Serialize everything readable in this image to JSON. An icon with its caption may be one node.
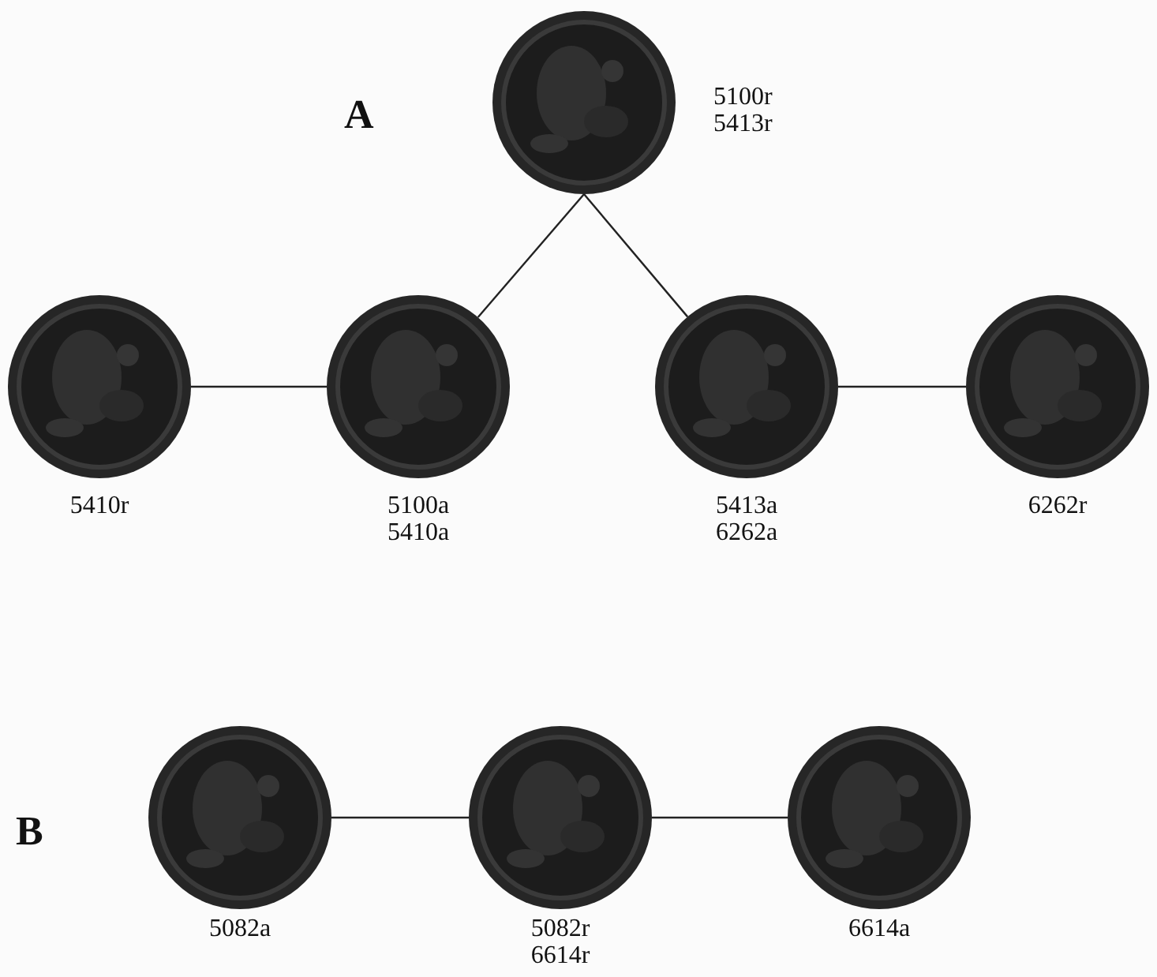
{
  "diagram": {
    "nodes": [
      {
        "text": [],
        "shape": "picture",
        "beside": [
          "5100r",
          "5413r"
        ]
      },
      {
        "text": [],
        "shape": "picture",
        "beside": [
          "5410r"
        ]
      },
      {
        "text": [],
        "shape": "picture",
        "beside": [
          "5100a",
          "5410a"
        ]
      },
      {
        "text": [],
        "shape": "picture",
        "beside": [
          "5413a",
          "6262a"
        ]
      },
      {
        "text": [],
        "shape": "picture",
        "beside": [
          "6262r"
        ]
      },
      {
        "text": [],
        "shape": "picture",
        "beside": [
          "5082a"
        ]
      },
      {
        "text": [],
        "shape": "picture",
        "beside": [
          "5082r",
          "6614r"
        ]
      },
      {
        "text": [],
        "shape": "picture",
        "beside": [
          "6614a"
        ]
      }
    ],
    "edges": [
      {
        "from": 0,
        "to": 2,
        "arrow": "none"
      },
      {
        "from": 0,
        "to": 3,
        "arrow": "none"
      },
      {
        "from": 1,
        "to": 2,
        "arrow": "none"
      },
      {
        "from": 3,
        "to": 4,
        "arrow": "none"
      },
      {
        "from": 5,
        "to": 6,
        "arrow": "none"
      },
      {
        "from": 6,
        "to": 7,
        "arrow": "none"
      }
    ],
    "labels": [
      "A",
      "B"
    ]
  }
}
